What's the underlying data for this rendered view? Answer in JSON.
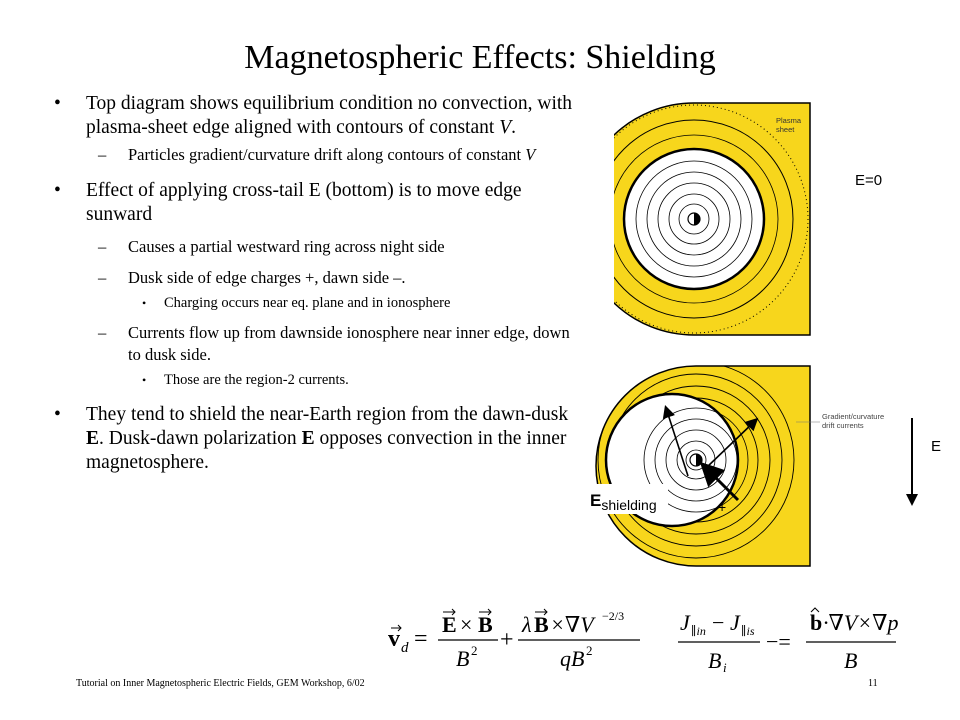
{
  "slide": {
    "title": "Magnetospheric Effects: Shielding",
    "bullets": [
      {
        "text_a": "Top diagram shows equilibrium condition no convection, with plasma-sheet edge aligned with contours of constant ",
        "text_var": "V",
        "text_b": ".",
        "subs": [
          {
            "text_a": "Particles gradient/curvature drift along contours of constant ",
            "text_var": "V"
          }
        ]
      },
      {
        "text": "Effect of applying cross-tail E (bottom) is to move edge sunward",
        "subs": [
          {
            "text": "Causes a partial westward ring across night side"
          },
          {
            "text": "Dusk side of edge charges +, dawn side –.",
            "subsubs": [
              "Charging occurs near eq. plane and in ionosphere"
            ]
          },
          {
            "text": "Currents flow up from dawnside ionosphere near inner edge, down to dusk side.",
            "subsubs": [
              "Those are the region-2 currents."
            ]
          }
        ]
      },
      {
        "text_a": "They tend to shield the near-Earth region from the dawn-dusk ",
        "bold_1": "E",
        "text_b": ". Dusk-dawn polarization ",
        "bold_2": "E",
        "text_c": " opposes convection in the inner magnetosphere."
      }
    ],
    "bullet_marker": "•",
    "sub_marker": "–",
    "subsub_marker": "•"
  },
  "diagram_top": {
    "label_plasma_1": "Plasma",
    "label_plasma_2": "sheet",
    "label_field": "E=0"
  },
  "diagram_bottom": {
    "label_drift_1": "Gradient/curvature",
    "label_drift_2": "drift currents",
    "label_e": "E",
    "label_shield_e": "E",
    "label_shield_sub": "shielding",
    "label_plus": "+"
  },
  "colors": {
    "plasma_sheet": "#f7d61c",
    "outline": "#000000"
  },
  "equations": {
    "eq1_lhs_v": "v",
    "eq1_lhs_sub": "d",
    "eq1_num1_E": "E",
    "eq1_num1_times": "×",
    "eq1_num1_B": "B",
    "eq1_den1": "B",
    "eq1_den1_exp": "2",
    "eq1_num2_lambda": "λ",
    "eq1_num2_B": "B",
    "eq1_num2_rest": "×∇V",
    "eq1_num2_exp": "−2/3",
    "eq1_den2": "qB",
    "eq1_den2_exp": "2",
    "eq1_equals": "=",
    "eq1_plus": "+",
    "eq2_num_J1": "J",
    "eq2_num_sub1": "∥in",
    "eq2_num_minus": "−",
    "eq2_num_J2": "J",
    "eq2_num_sub2": "∥is",
    "eq2_den": "B",
    "eq2_den_sub": "i",
    "eq2_eq": "−=",
    "eq2_rhs_b": "b",
    "eq2_rhs_num": "·∇V×∇p",
    "eq2_rhs_den": "B"
  },
  "footer": {
    "left": "Tutorial on Inner Magnetospheric Electric Fields, GEM Workshop, 6/02",
    "right": "11"
  }
}
